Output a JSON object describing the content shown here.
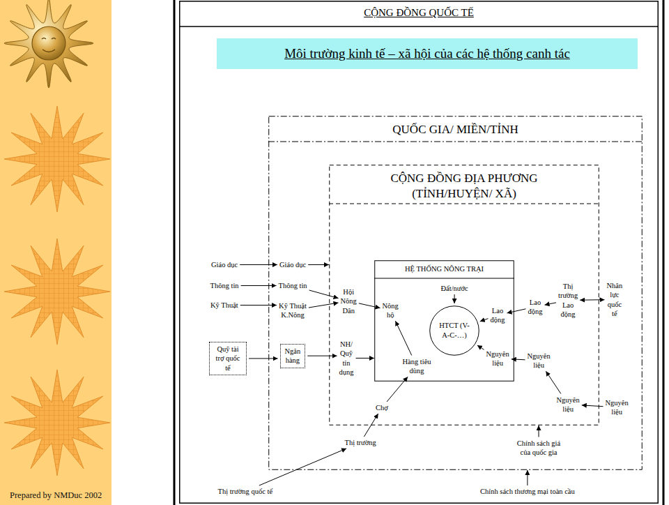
{
  "diagram": {
    "title": "Môi trường kinh tế – xã hội của các hệ thống canh tác",
    "nodes": [
      {
        "text": [
          "CỘNG ĐỒNG QUỐC TẾ"
        ]
      },
      {
        "text": [
          "QUỐC GIA/ MIỀN/TỈNH"
        ],
        "in": 0
      },
      {
        "text": [
          "CỘNG ĐỒNG ĐỊA PHƯƠNG (TỈNH/HUYỆN/ XÃ)"
        ],
        "in": 1
      },
      {
        "text": [
          "HỆ THỐNG NÔNG TRẠI"
        ],
        "in": 2
      },
      {
        "text": [
          "Đất/nước"
        ],
        "in": 3
      },
      {
        "text": [
          "Nông hộ"
        ],
        "in": 3
      },
      {
        "text": [
          "HTCT (V-A-C-…)"
        ],
        "in": 3
      },
      {
        "text": [
          "Lao động"
        ],
        "in": 3
      },
      {
        "text": [
          "Nguyên liệu"
        ],
        "in": 3
      },
      {
        "text": [
          "Hàng tiêu dùng"
        ],
        "in": 3
      },
      {
        "text": [
          "Hội Nông Dân"
        ],
        "in": 2
      },
      {
        "text": [
          "NH/ Quỹ tín dụng"
        ],
        "in": 2
      },
      {
        "text": [
          "Chợ"
        ],
        "in": 2
      },
      {
        "text": [
          "Lao động"
        ],
        "in": 2
      },
      {
        "text": [
          "Nguyên liệu"
        ],
        "in": 2
      },
      {
        "text": [
          "Thị trường Lao động"
        ],
        "in": 2
      },
      {
        "text": [
          "Nguyên liệu"
        ],
        "in": 2
      },
      {
        "text": [
          "Giáo dục"
        ],
        "in": 1
      },
      {
        "text": [
          "Thông tin"
        ],
        "in": 1
      },
      {
        "text": [
          "Kỹ Thuật K.Nông"
        ],
        "in": 1
      },
      {
        "text": [
          "Ngân hàng"
        ],
        "in": 1
      },
      {
        "text": [
          "Thị trường"
        ],
        "in": 1
      },
      {
        "text": [
          "Chính sách giá của quốc gia"
        ],
        "in": 1
      },
      {
        "text": [
          "Nhân lực quốc tế"
        ],
        "in": 1
      },
      {
        "text": [
          "Nguyên liệu"
        ],
        "in": 1
      },
      {
        "text": [
          "Giáo dục"
        ],
        "in": 0
      },
      {
        "text": [
          "Thông tin"
        ],
        "in": 0
      },
      {
        "text": [
          "Kỹ Thuật"
        ],
        "in": 0
      },
      {
        "text": [
          "Quỹ tài trợ quốc tế"
        ],
        "in": 0
      },
      {
        "text": [
          "Thị trường quốc tế"
        ],
        "in": 0
      },
      {
        "text": [
          "Chính sách thương mại toàn cầu"
        ],
        "in": 0
      }
    ],
    "edges": [
      {
        "from": 25,
        "to": 17,
        "arrow": "to"
      },
      {
        "from": 17,
        "to": 2,
        "arrow": "to"
      },
      {
        "from": 26,
        "to": 18,
        "arrow": "to"
      },
      {
        "from": 18,
        "to": 10,
        "arrow": "to"
      },
      {
        "from": 27,
        "to": 19,
        "arrow": "to"
      },
      {
        "from": 19,
        "to": 10,
        "arrow": "to"
      },
      {
        "from": 28,
        "to": 20,
        "arrow": "to"
      },
      {
        "from": 20,
        "to": 11,
        "arrow": "to"
      },
      {
        "from": 11,
        "to": 3,
        "arrow": "to"
      },
      {
        "from": 10,
        "to": 5,
        "arrow": "to"
      },
      {
        "from": 9,
        "to": 5,
        "arrow": "to"
      },
      {
        "from": 12,
        "to": 9,
        "arrow": "to"
      },
      {
        "from": 21,
        "to": 12,
        "arrow": "to"
      },
      {
        "from": 29,
        "to": 21,
        "arrow": "to"
      },
      {
        "from": 4,
        "to": 6,
        "arrow": "to"
      },
      {
        "from": 7,
        "to": 6,
        "arrow": "to"
      },
      {
        "from": 8,
        "to": 6,
        "arrow": "to"
      },
      {
        "from": 13,
        "to": 7,
        "arrow": "to"
      },
      {
        "from": 15,
        "to": 13,
        "arrow": "to"
      },
      {
        "from": 15,
        "to": 23,
        "arrow": "both"
      },
      {
        "from": 14,
        "to": 8,
        "arrow": "to"
      },
      {
        "from": 16,
        "to": 14,
        "arrow": "to"
      },
      {
        "from": 24,
        "to": 16,
        "arrow": "to"
      },
      {
        "from": 22,
        "to": 2,
        "arrow": "to"
      },
      {
        "from": 30,
        "to": 1,
        "arrow": "to"
      }
    ],
    "labels": [
      "Prepared by NMDuc 2002"
    ]
  }
}
